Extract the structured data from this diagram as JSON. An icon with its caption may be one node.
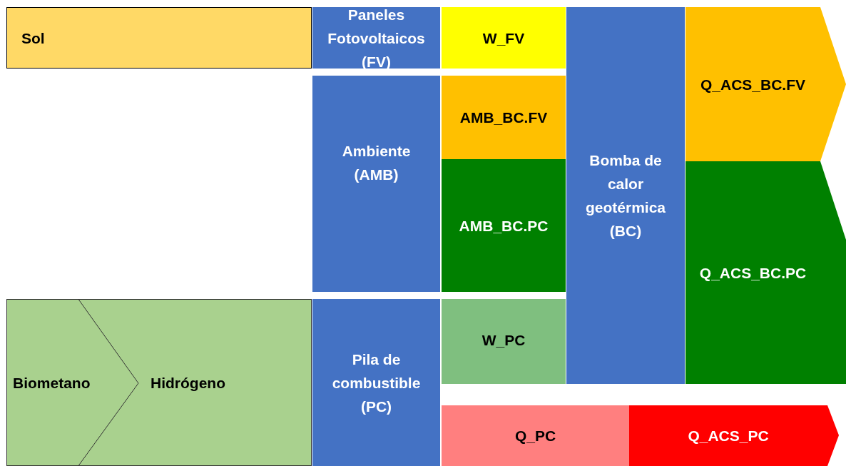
{
  "diagram": {
    "nodes": [
      {
        "text": [
          "Sol"
        ]
      },
      {
        "text": [
          "Paneles Fotovoltaicos (FV)"
        ]
      },
      {
        "text": [
          "W_FV"
        ]
      },
      {
        "text": [
          "Bomba de calor geotérmica (BC)"
        ]
      },
      {
        "text": [
          "Q_ACS_BC.FV"
        ]
      },
      {
        "text": [
          "Ambiente (AMB)"
        ]
      },
      {
        "text": [
          "AMB_BC.FV"
        ]
      },
      {
        "text": [
          "AMB_BC.PC"
        ]
      },
      {
        "text": [
          "Q_ACS_BC.PC"
        ]
      },
      {
        "text": [
          "Biometano"
        ]
      },
      {
        "text": [
          "Hidrógeno"
        ]
      },
      {
        "text": [
          "Pila de combustible (PC)"
        ]
      },
      {
        "text": [
          "W_PC"
        ]
      },
      {
        "text": [
          "Q_PC"
        ]
      },
      {
        "text": [
          "Q_ACS_PC"
        ]
      }
    ]
  }
}
